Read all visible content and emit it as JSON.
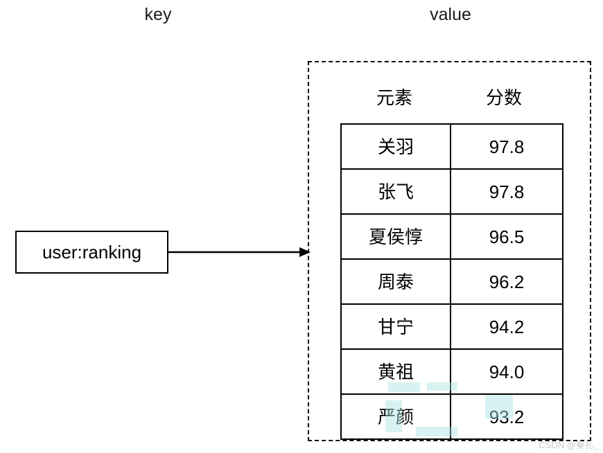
{
  "labels": {
    "key_caption": "key",
    "value_caption": "value"
  },
  "key_box": {
    "label": "user:ranking"
  },
  "arrow": {
    "name": "key-to-value-arrow"
  },
  "table": {
    "headers": [
      "元素",
      "分数"
    ],
    "rows": [
      {
        "element": "关羽",
        "score": "97.8"
      },
      {
        "element": "张飞",
        "score": "97.8"
      },
      {
        "element": "夏侯惇",
        "score": "96.5"
      },
      {
        "element": "周泰",
        "score": "96.2"
      },
      {
        "element": "甘宁",
        "score": "94.2"
      },
      {
        "element": "黄祖",
        "score": "94.0"
      },
      {
        "element": "严颜",
        "score": "93.2"
      }
    ]
  },
  "watermark": {
    "text": "CSDN @秦扎_"
  },
  "colors": {
    "stroke": "#000000",
    "background": "#ffffff",
    "watermark": "#c9c9c9",
    "watermark_blob": "#a8e2e2"
  }
}
